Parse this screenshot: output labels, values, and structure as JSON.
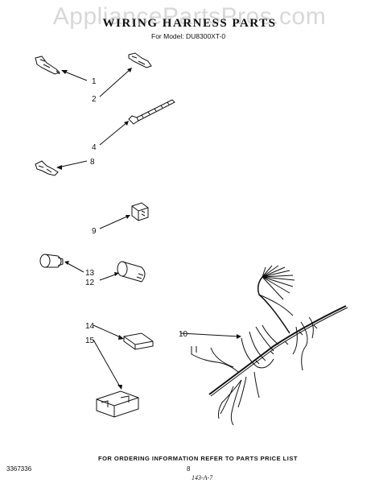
{
  "watermark": "AppliancePartsPros.com",
  "title": "WIRING HARNESS PARTS",
  "subtitle": "For Model: DU8300XT-0",
  "callouts": [
    {
      "id": "1",
      "label": "1"
    },
    {
      "id": "2",
      "label": "2"
    },
    {
      "id": "4",
      "label": "4"
    },
    {
      "id": "8",
      "label": "8"
    },
    {
      "id": "9",
      "label": "9"
    },
    {
      "id": "13",
      "label": "13"
    },
    {
      "id": "12",
      "label": "12"
    },
    {
      "id": "14",
      "label": "14"
    },
    {
      "id": "15",
      "label": "15"
    },
    {
      "id": "10",
      "label": "10"
    }
  ],
  "footer": {
    "ordering_note": "FOR ORDERING INFORMATION REFER TO PARTS PRICE LIST",
    "doc_number": "3367336",
    "page_number": "8",
    "hand_code": "143-A-7"
  },
  "colors": {
    "ink": "#111111",
    "watermark": "#d8d8d8"
  }
}
